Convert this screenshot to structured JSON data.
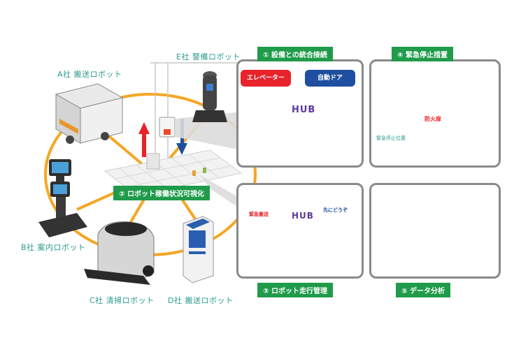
{
  "robots": {
    "a_transport": "A社 搬送ロボット",
    "b_guide": "B社 案内ロボット",
    "c_cleaning": "C社 清掃ロボット",
    "d_transport": "D社 搬送ロボット",
    "e_security": "E社 警備ロボット"
  },
  "features": {
    "f1": "① 設備との統合接続",
    "f2": "② ロボット稼働状況可視化",
    "f3": "③ ロボット走行管理",
    "f4": "④ 緊急停止措置",
    "f5": "⑤ データ分析"
  },
  "panel1": {
    "elevator": "エレベーター",
    "auto_door": "自動ドア",
    "hub": "HUB"
  },
  "panel3": {
    "hub": "HUB",
    "emergency": "緊急搬送",
    "after_you": "先にどうぞ"
  },
  "panel4": {
    "fire_door": "防火扉",
    "stop_position": "緊急停止位置"
  },
  "colors": {
    "green": "#1f9b4a",
    "teal": "#2a9a8a",
    "red": "#e8232a",
    "blue": "#1e4fa0",
    "orange": "#f5a623"
  }
}
